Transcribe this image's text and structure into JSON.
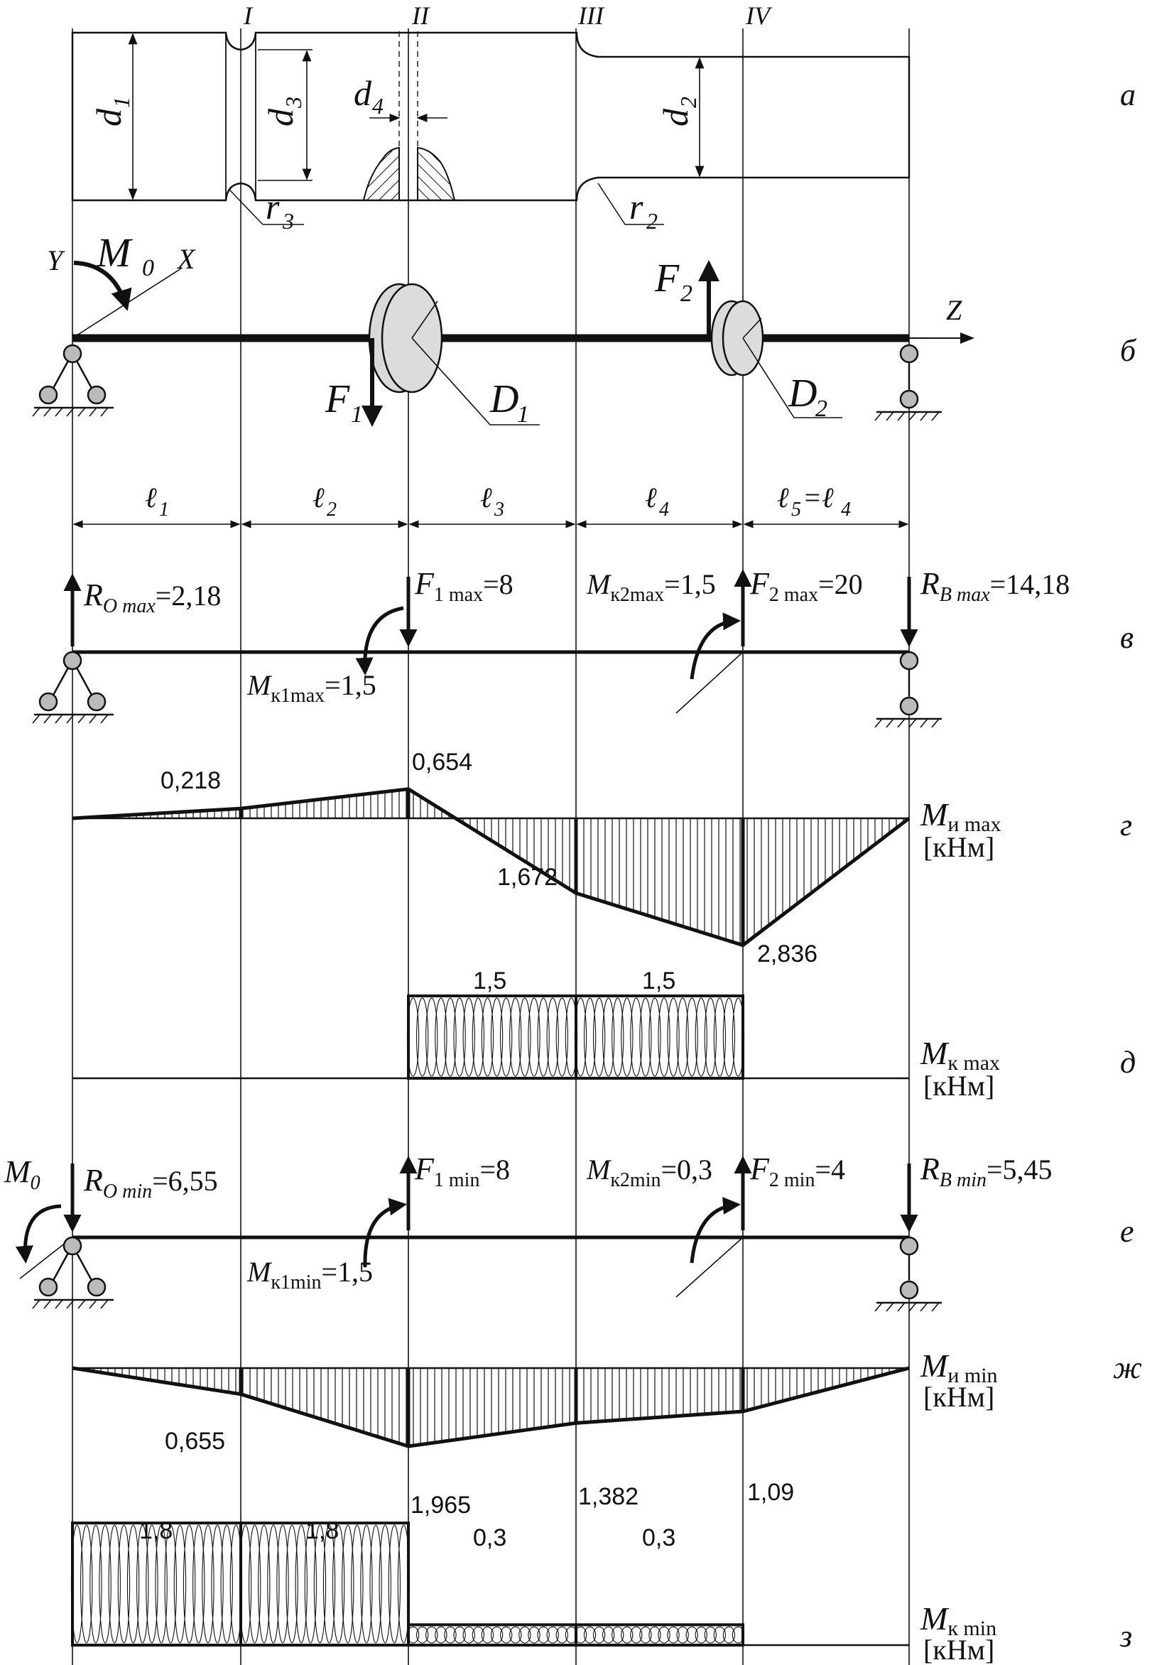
{
  "sections": [
    "I",
    "II",
    "III",
    "IV"
  ],
  "panel_letters": [
    "а",
    "б",
    "в",
    "г",
    "д",
    "е",
    "ж",
    "з"
  ],
  "shaft": {
    "d1": "d",
    "d1_sub": "1",
    "d2": "d",
    "d2_sub": "2",
    "d3": "d",
    "d3_sub": "3",
    "d4": "d",
    "d4_sub": "4",
    "r2": "r",
    "r2_sub": "2",
    "r3": "r",
    "r3_sub": "3"
  },
  "scheme": {
    "Y": "Y",
    "X": "X",
    "Z": "Z",
    "M0": "M",
    "M0_sub": "0",
    "F1": "F",
    "F1_sub": "1",
    "F2": "F",
    "F2_sub": "2",
    "D1": "D",
    "D1_sub": "1",
    "D2": "D",
    "D2_sub": "2"
  },
  "spans": {
    "l1": "ℓ",
    "l1_sub": "1",
    "l2": "ℓ",
    "l2_sub": "2",
    "l3": "ℓ",
    "l3_sub": "3",
    "l4": "ℓ",
    "l4_sub": "4",
    "l5a": "ℓ",
    "l5a_sub": "5",
    "l5eq": "=ℓ",
    "l5eq_sub": "4"
  },
  "loads_max": {
    "RO": "R",
    "RO_sub": "O max",
    "RO_val": "=2,18",
    "F1": "F",
    "F1_sub": "1 max",
    "F1_val": "=8",
    "Mk2": "M",
    "Mk2_sub": "к2max",
    "Mk2_val": "=1,5",
    "F2": "F",
    "F2_sub": "2 max",
    "F2_val": "=20",
    "RB": "R",
    "RB_sub": "B max",
    "RB_val": "=14,18",
    "Mk1": "M",
    "Mk1_sub": "к1max",
    "Mk1_val": "=1,5"
  },
  "loads_min": {
    "M0": "M",
    "M0_sub": "0",
    "RO": "R",
    "RO_sub": "O min",
    "RO_val": "=6,55",
    "F1": "F",
    "F1_sub": "1 min",
    "F1_val": "=8",
    "Mk2": "M",
    "Mk2_sub": "к2min",
    "Mk2_val": "=0,3",
    "F2": "F",
    "F2_sub": "2 min",
    "F2_val": "=4",
    "RB": "R",
    "RB_sub": "B min",
    "RB_val": "=5,45",
    "Mk1": "M",
    "Mk1_sub": "к1min",
    "Mk1_val": "=1,5"
  },
  "diagrams": {
    "mi_max": {
      "name": "M",
      "name_sub": "и max",
      "unit": "[кНм]",
      "values": [
        0,
        0.218,
        0.654,
        -1.672,
        -2.836,
        0
      ],
      "labels": [
        "0,218",
        "0,654",
        "1,672",
        "2,836"
      ]
    },
    "mk_max": {
      "name": "M",
      "name_sub": "к max",
      "unit": "[кНм]",
      "segments": [
        0,
        0,
        1.5,
        1.5,
        0
      ],
      "labels": [
        "1,5",
        "1,5"
      ]
    },
    "mi_min": {
      "name": "M",
      "name_sub": "и min",
      "unit": "[кНм]",
      "values": [
        0,
        0.655,
        1.965,
        1.382,
        1.09,
        0
      ],
      "labels": [
        "0,655",
        "1,965",
        "1,382",
        "1,09"
      ]
    },
    "mk_min": {
      "name": "M",
      "name_sub": "к min",
      "unit": "[кНм]",
      "segments": [
        1.8,
        1.8,
        0.3,
        0.3,
        0
      ],
      "labels": [
        "1,8",
        "1,8",
        "0,3",
        "0,3"
      ]
    }
  }
}
